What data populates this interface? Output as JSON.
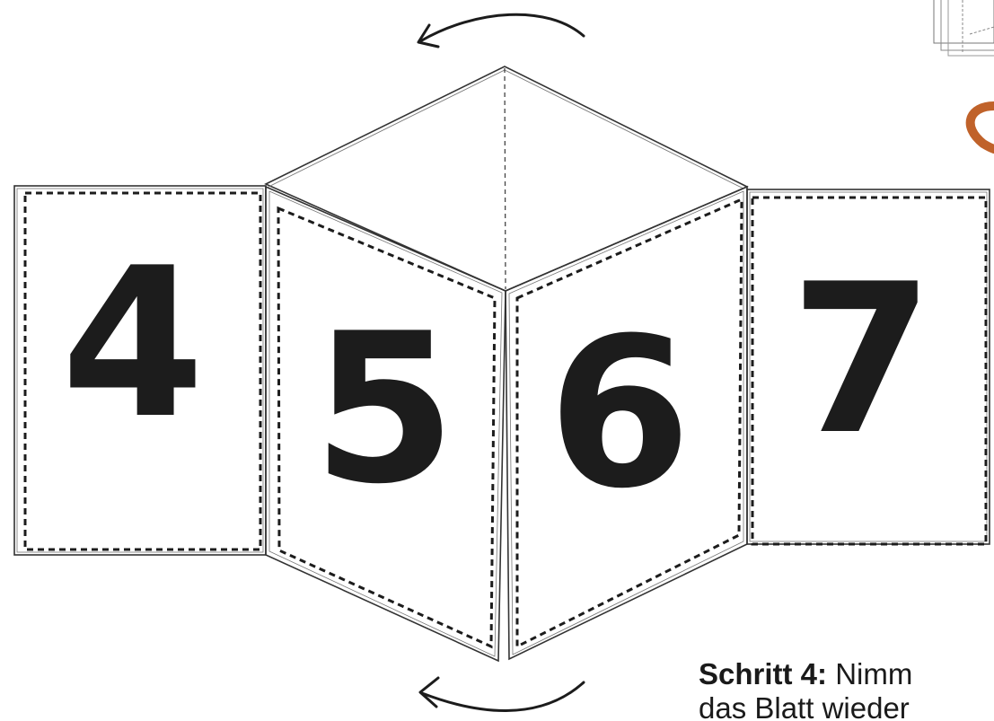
{
  "panels": {
    "panel_4": "4",
    "panel_5": "5",
    "panel_6": "6",
    "panel_7": "7"
  },
  "caption": {
    "step_label": "Schritt 4:",
    "line1_rest": " Nimm",
    "line2": "das Blatt wieder"
  },
  "colors": {
    "ink": "#1c1c1c",
    "accent": "#c0622a"
  },
  "icons": {
    "top_arrow": "curved-arrow-left-icon",
    "bottom_arrow": "curved-arrow-left-icon",
    "corner_thumbnail": "folded-paper-thumbnail-icon",
    "corner_arc": "orange-arc-icon"
  }
}
